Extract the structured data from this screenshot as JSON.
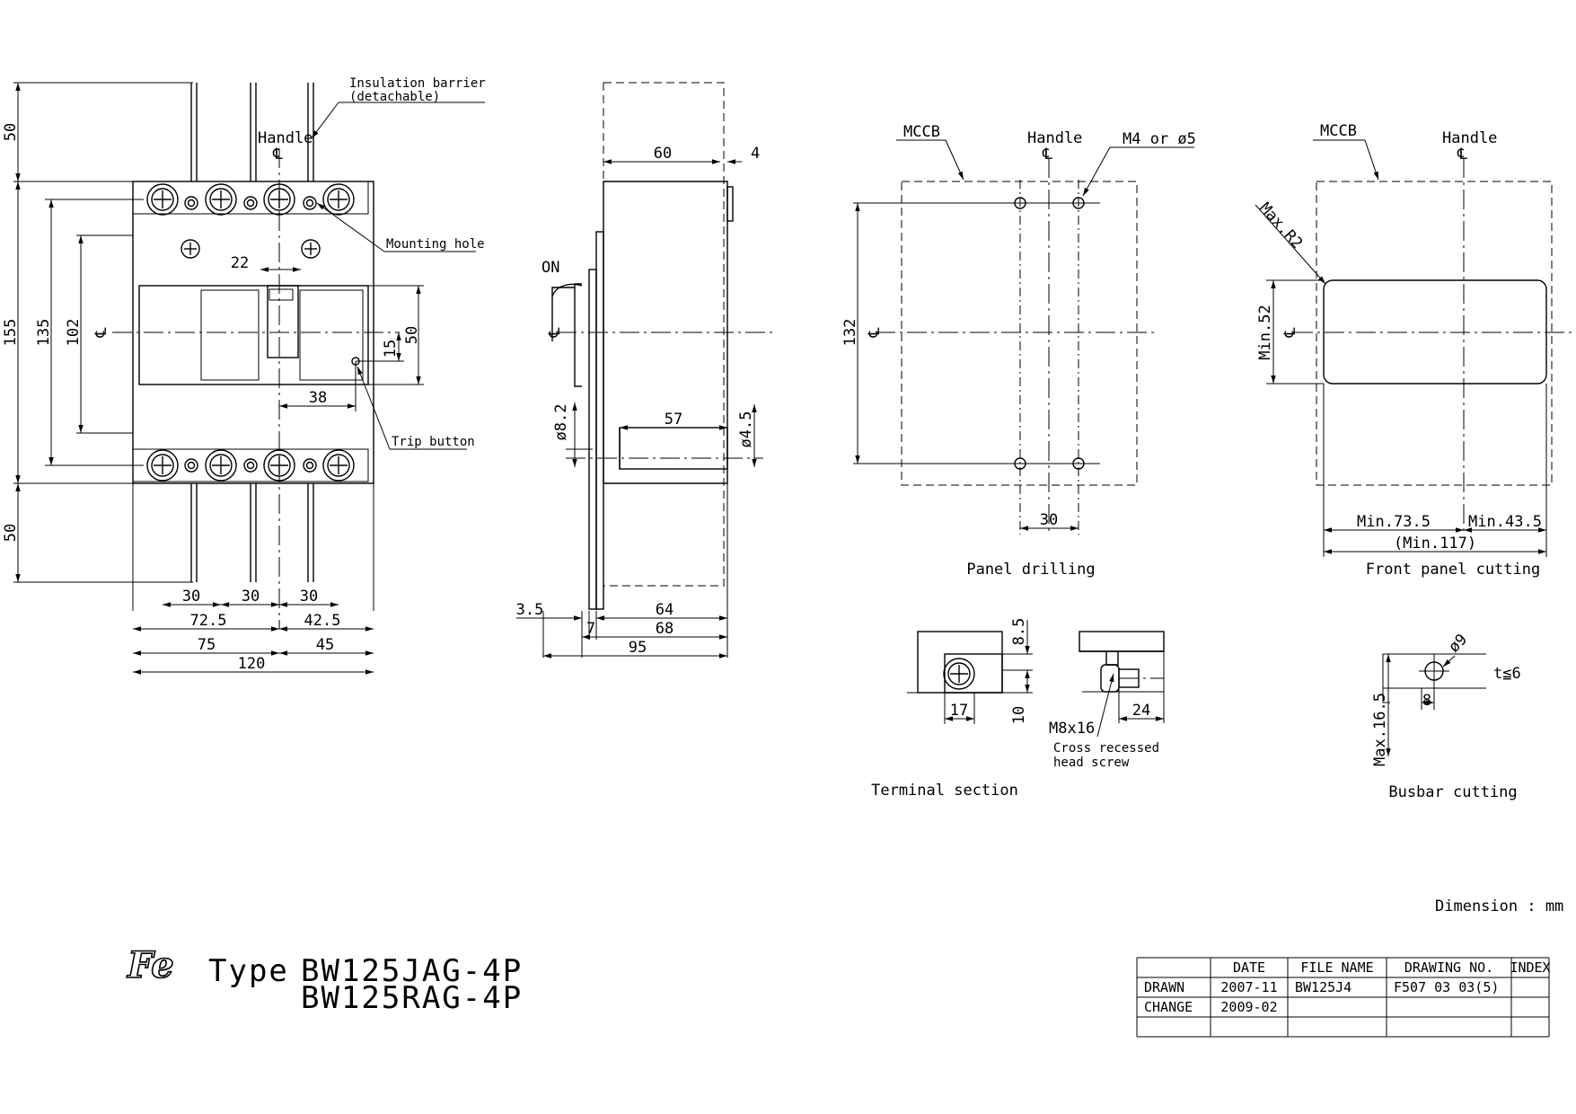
{
  "labels": {
    "handle": "Handle",
    "insulation_barrier_1": "Insulation barrier",
    "insulation_barrier_2": "(detachable)",
    "mounting_hole": "Mounting hole",
    "trip_button": "Trip button",
    "on": "ON",
    "mccb": "MCCB",
    "m4_or_5": "M4 or ø5",
    "max_r2": "Max.R2",
    "m8x16": "M8x16",
    "cross_recessed_1": "Cross recessed",
    "cross_recessed_2": "head screw",
    "centerline": "℄",
    "t_le_6": "t≦6",
    "dimension_unit": "Dimension : mm"
  },
  "captions": {
    "panel_drilling": "Panel drilling",
    "front_panel_cutting": "Front panel cutting",
    "terminal_section": "Terminal section",
    "busbar_cutting": "Busbar cutting"
  },
  "front_view_dims": {
    "d50_top": "50",
    "d155": "155",
    "d135": "135",
    "d102": "102",
    "d50_bottom": "50",
    "d22": "22",
    "d38": "38",
    "d15": "15",
    "d50_window": "50",
    "d30_a": "30",
    "d30_b": "30",
    "d30_c": "30",
    "d72_5": "72.5",
    "d42_5": "42.5",
    "d75": "75",
    "d45": "45",
    "d120": "120"
  },
  "side_view_dims": {
    "d60": "60",
    "d4": "4",
    "d57": "57",
    "d8_2": "ø8.2",
    "d4_5": "ø4.5",
    "d3_5": "3.5",
    "d7": "7",
    "d64": "64",
    "d68": "68",
    "d95": "95"
  },
  "panel_drilling_dims": {
    "d132": "132",
    "d30": "30"
  },
  "front_cutting_dims": {
    "min52": "Min.52",
    "min73_5": "Min.73.5",
    "min43_5": "Min.43.5",
    "min117": "(Min.117)"
  },
  "terminal_dims": {
    "d8_5": "8.5",
    "d10": "10",
    "d17": "17",
    "d24": "24"
  },
  "busbar_dims": {
    "phi9": "ø9",
    "d8": "8",
    "max16_5": "Max.16.5"
  },
  "title": {
    "brand_logo": "Fe",
    "type_prefix": "Type",
    "model_1": "BW125JAG-4P",
    "model_2": "BW125RAG-4P"
  },
  "title_block": {
    "headers": [
      "",
      "DATE",
      "FILE NAME",
      "DRAWING NO.",
      "INDEX"
    ],
    "rows": [
      [
        "DRAWN",
        "2007-11",
        "BW125J4",
        "F507 03 03(5)",
        ""
      ],
      [
        "CHANGE",
        "2009-02",
        "",
        "",
        ""
      ],
      [
        "",
        "",
        "",
        "",
        ""
      ]
    ]
  }
}
